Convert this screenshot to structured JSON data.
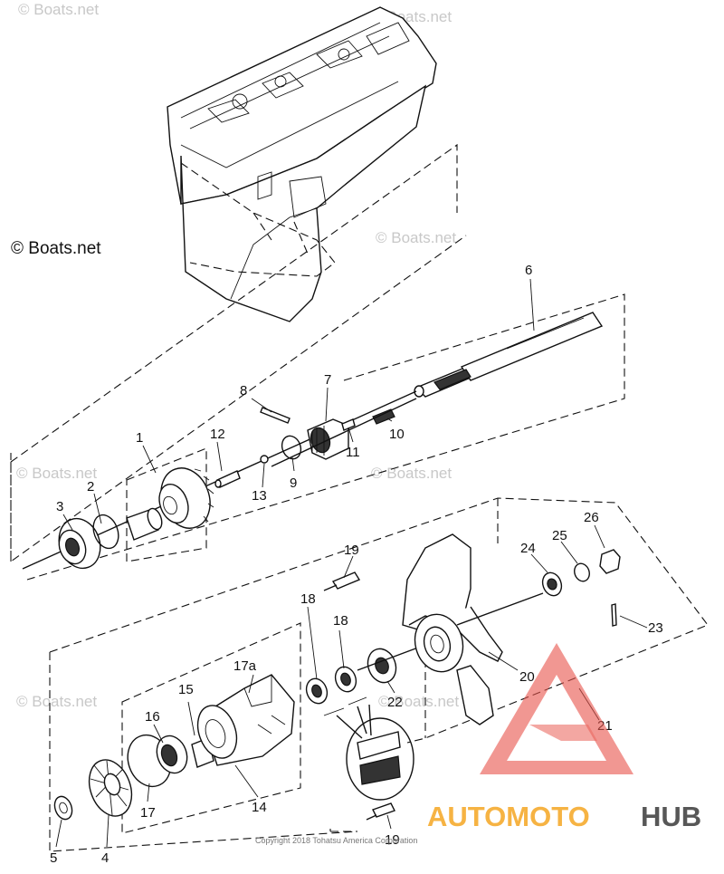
{
  "watermarks": {
    "main": "© Boats.net",
    "repeat": "© Boats.net"
  },
  "copyright": "Copyright 2018 Tohatsu America Corporation",
  "brand": {
    "part1": "AUTOMOTO",
    "part2": "HUB",
    "color1": "#f5a623",
    "color2": "#3a3a3a",
    "logo_color": "#e8524a"
  },
  "part_labels": {
    "p1": "1",
    "p2": "2",
    "p3": "3",
    "p4": "4",
    "p5": "5",
    "p6": "6",
    "p7": "7",
    "p8": "8",
    "p9": "9",
    "p10": "10",
    "p11": "11",
    "p12": "12",
    "p13": "13",
    "p14": "14",
    "p15": "15",
    "p16": "16",
    "p17": "17",
    "p17a": "17a",
    "p18a": "18",
    "p18b": "18",
    "p19a": "19",
    "p19b": "19",
    "p20": "20",
    "p21": "21",
    "p22": "22",
    "p23": "23",
    "p24": "24",
    "p25": "25",
    "p26": "26"
  }
}
